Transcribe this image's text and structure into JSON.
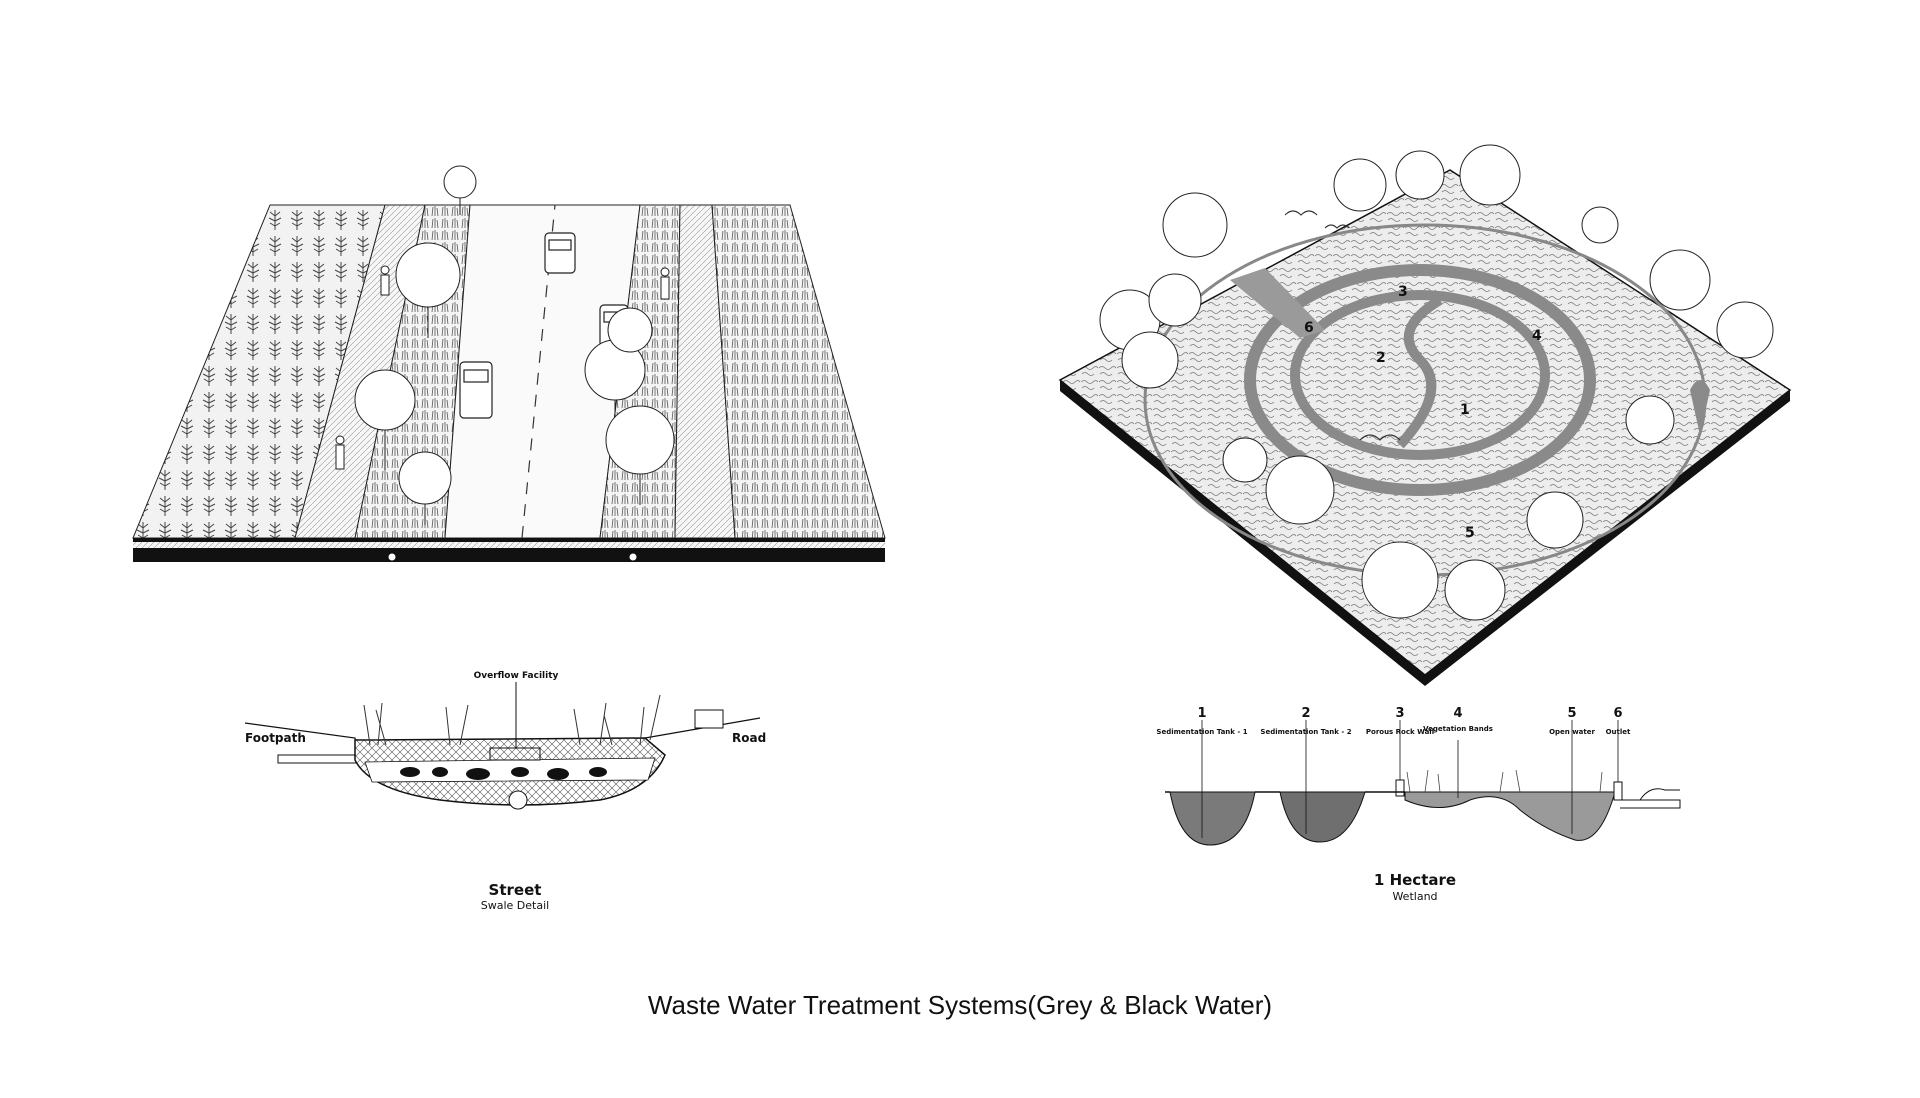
{
  "title": "Waste Water Treatment Systems(Grey & Black Water)",
  "street": {
    "caption_title": "Street",
    "caption_sub": "Swale Detail",
    "section_labels": {
      "footpath": "Footpath",
      "road": "Road",
      "overflow": "Overflow Facility"
    }
  },
  "wetland": {
    "caption_title": "1 Hectare",
    "caption_sub": "Wetland",
    "plan_numbers": [
      "1",
      "2",
      "3",
      "4",
      "5",
      "6"
    ],
    "legend": [
      {
        "num": "1",
        "label": "Sedimentation Tank - 1"
      },
      {
        "num": "2",
        "label": "Sedimentation Tank - 2"
      },
      {
        "num": "3",
        "label": "Porous Rock Wall"
      },
      {
        "num": "4",
        "label": "Vegetation Bands"
      },
      {
        "num": "5",
        "label": "Open water"
      },
      {
        "num": "6",
        "label": "Outlet"
      }
    ]
  },
  "colors": {
    "ink": "#111111",
    "ground": "#e9e9e9",
    "water_dark": "#6f6f6f",
    "water_mid": "#9a9a9a"
  }
}
